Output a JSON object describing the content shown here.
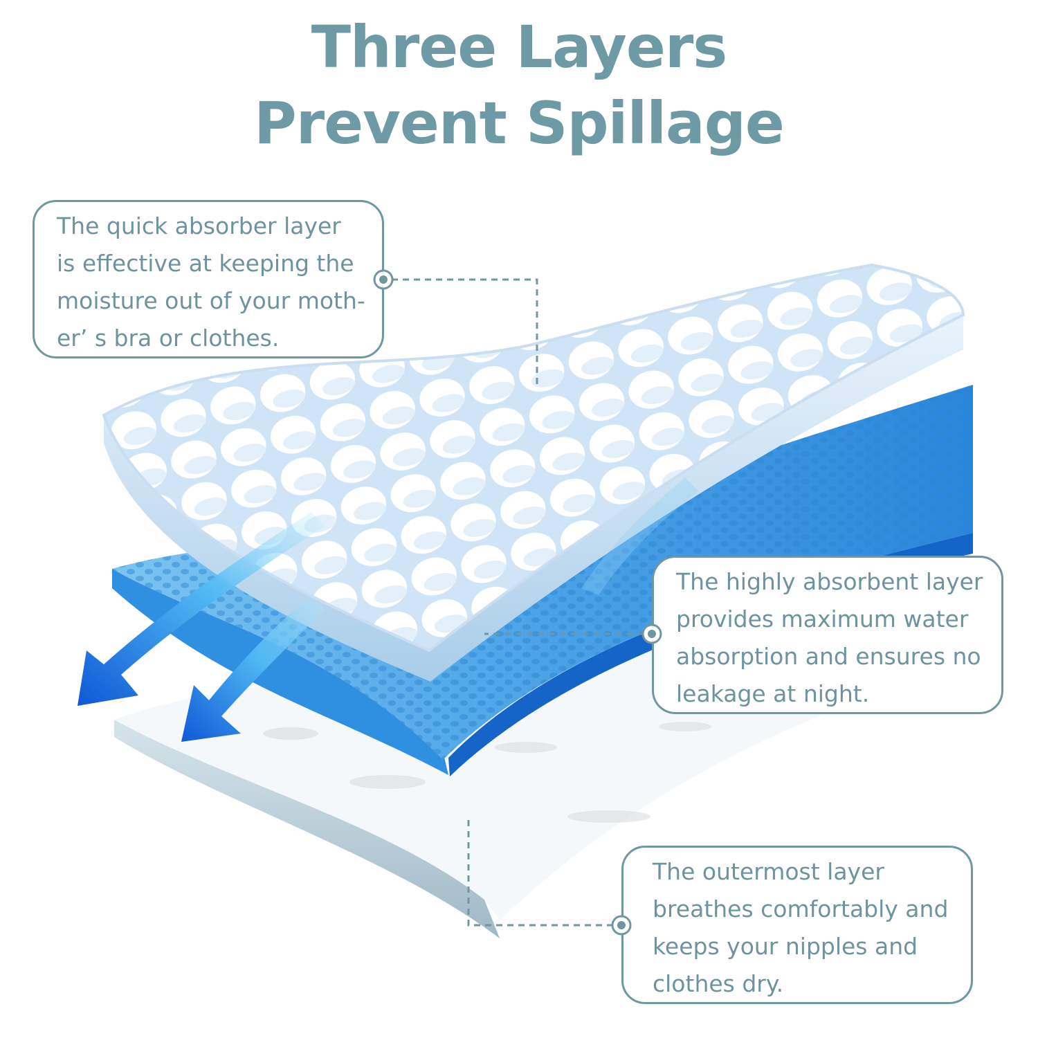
{
  "title": {
    "line1": "Three Layers",
    "line2": "Prevent Spillage"
  },
  "callouts": {
    "top": {
      "lines": [
        "The quick absorber layer",
        "is effective at keeping the",
        "moisture out of your moth-",
        "er’ s bra or clothes."
      ]
    },
    "middle": {
      "lines": [
        "The highly absorbent layer",
        "provides maximum water",
        "absorption and ensures no",
        "leakage at night."
      ]
    },
    "bottom": {
      "lines": [
        "The outermost layer",
        "breathes comfortably and",
        "keeps your nipples and",
        "clothes dry."
      ]
    }
  },
  "colors": {
    "title": "#6e9aa6",
    "callout_border": "#6f97a2",
    "callout_text": "#6d939e",
    "blue_layer": "#1f7fd8",
    "arrow": "#1d74e0"
  }
}
